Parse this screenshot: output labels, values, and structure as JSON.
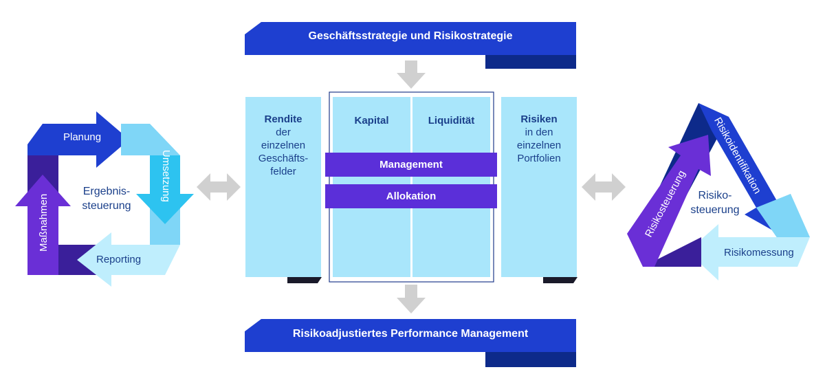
{
  "top_banner": {
    "label": "Geschäftsstrategie und Risikostrategie"
  },
  "bottom_banner": {
    "label": "Risikoadjustiertes Performance Management"
  },
  "columns": {
    "rendite": {
      "title": "Rendite",
      "lines": [
        "der",
        "einzelnen",
        "Geschäfts-",
        "felder"
      ]
    },
    "kapital": {
      "title": "Kapital"
    },
    "liquiditaet": {
      "title": "Liquidität"
    },
    "risiken": {
      "title": "Risiken",
      "lines": [
        "in den",
        "einzelnen",
        "Portfolien"
      ]
    }
  },
  "bars": {
    "management": "Management",
    "allokation": "Allokation"
  },
  "left_cycle": {
    "center": [
      "Ergebnis-",
      "steuerung"
    ],
    "planung": "Planung",
    "umsetzung": "Umsetzung",
    "reporting": "Reporting",
    "massnahmen": "Maßnahmen"
  },
  "right_cycle": {
    "center": [
      "Risiko-",
      "steuerung"
    ],
    "identifikation": "Risikoidentifikation",
    "messung": "Risikomessung",
    "steuerung": "Risikosteuerung"
  },
  "colors": {
    "dark_blue": "#1e3fd0",
    "navy": "#0d2a8a",
    "light_blue": "#a9e6fb",
    "sky_blue": "#2dc3f0",
    "purple": "#6a2fd6",
    "dark_purple": "#3a1f9a",
    "gray": "#d0d0d0",
    "text_blue": "#1a3f8a"
  }
}
